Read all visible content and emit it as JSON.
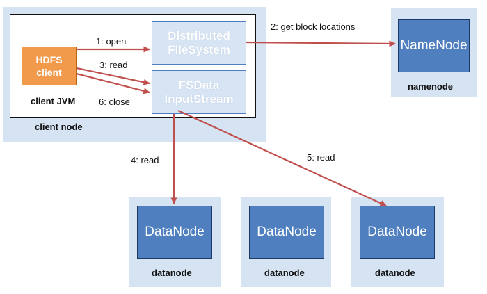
{
  "client_node": {
    "label": "client node",
    "jvm_label": "client JVM",
    "hdfs_client": {
      "line1": "HDFS",
      "line2": "client"
    },
    "distributed_fs": {
      "line1": "Distributed",
      "line2": "FileSystem"
    },
    "fsdata_stream": {
      "line1": "FSData",
      "line2": "InputStream"
    }
  },
  "namenode": {
    "box_label": "NameNode",
    "caption": "namenode"
  },
  "datanodes": [
    {
      "box_label": "DataNode",
      "caption": "datanode"
    },
    {
      "box_label": "DataNode",
      "caption": "datanode"
    },
    {
      "box_label": "DataNode",
      "caption": "datanode"
    }
  ],
  "steps": {
    "open": "1: open",
    "get_block_locations": "2: get block locations",
    "read_3": "3: read",
    "read_4": "4: read",
    "read_5": "5: read",
    "close": "6: close"
  },
  "colors": {
    "panel": "#d6e3f3",
    "node_fill": "#4f7fbf",
    "client_fill": "#f29a4c",
    "arrow": "#c0504d"
  }
}
